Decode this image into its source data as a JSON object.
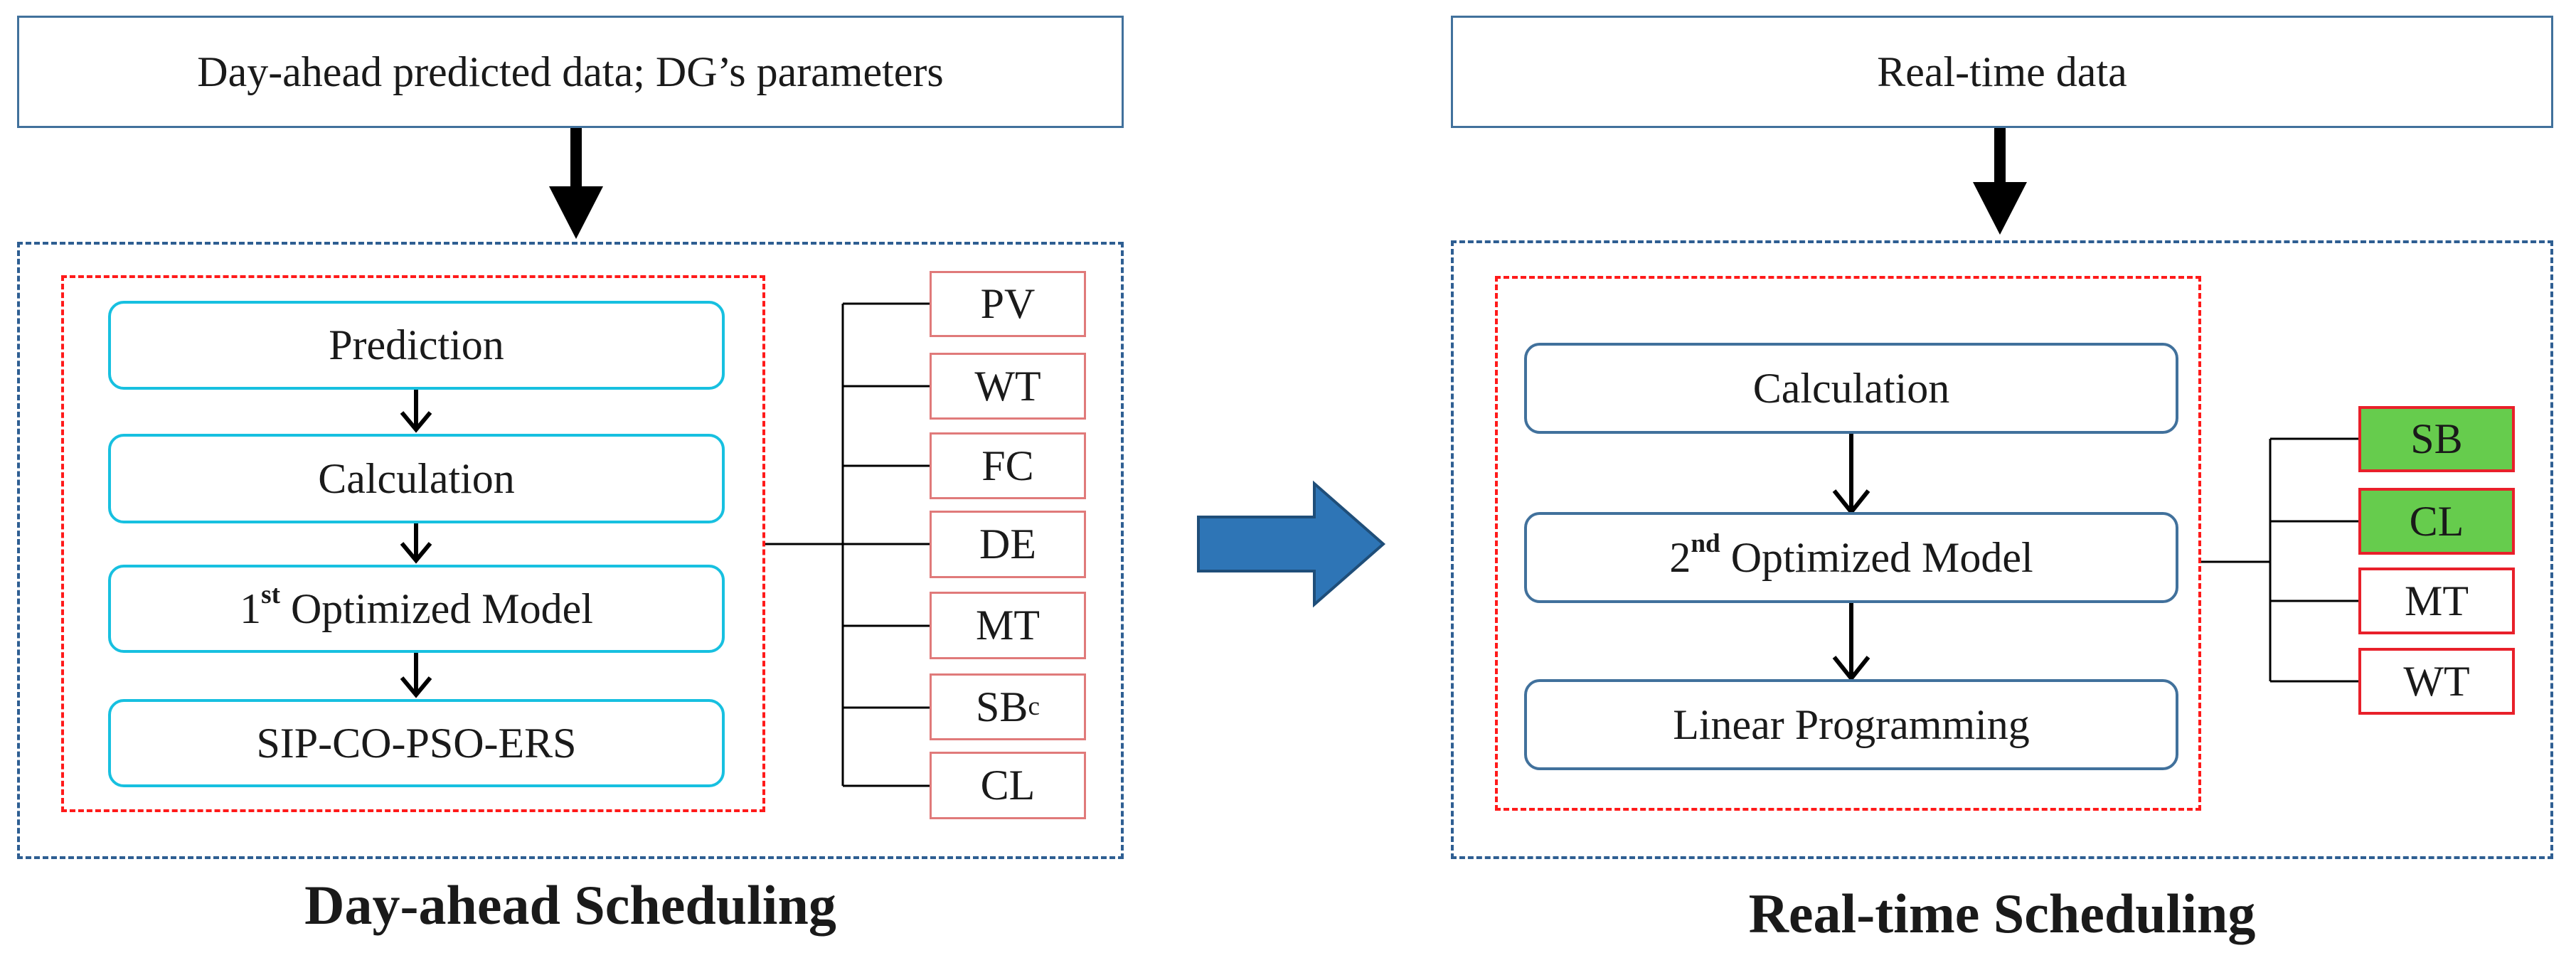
{
  "day_ahead": {
    "input": "Day-ahead predicted data; DG’s parameters",
    "steps": {
      "prediction": "Prediction",
      "calculation": "Calculation",
      "model_num": "1",
      "model_sup": "st",
      "model_text": " Optimized Model",
      "algorithm": "SIP-CO-PSO-ERS"
    },
    "units": [
      "PV",
      "WT",
      "FC",
      "DE",
      "MT"
    ],
    "sb_base": "SB",
    "sb_sup": "c",
    "cl": "CL",
    "caption": "Day-ahead Scheduling"
  },
  "real_time": {
    "input": "Real-time data",
    "steps": {
      "calculation": "Calculation",
      "model_num": "2",
      "model_sup": "nd",
      "model_text": " Optimized Model",
      "linear": "Linear Programming"
    },
    "units": [
      "SB",
      "CL",
      "MT",
      "WT"
    ],
    "caption": "Real-time Scheduling"
  },
  "colors": {
    "outline_blue": "#41719c",
    "cyan": "#17c0e0",
    "red_dash": "#ff1a1a",
    "red_tag": "#e07a7a",
    "green_fill": "#66cc4d",
    "arrow_blue": "#2e75b6"
  }
}
